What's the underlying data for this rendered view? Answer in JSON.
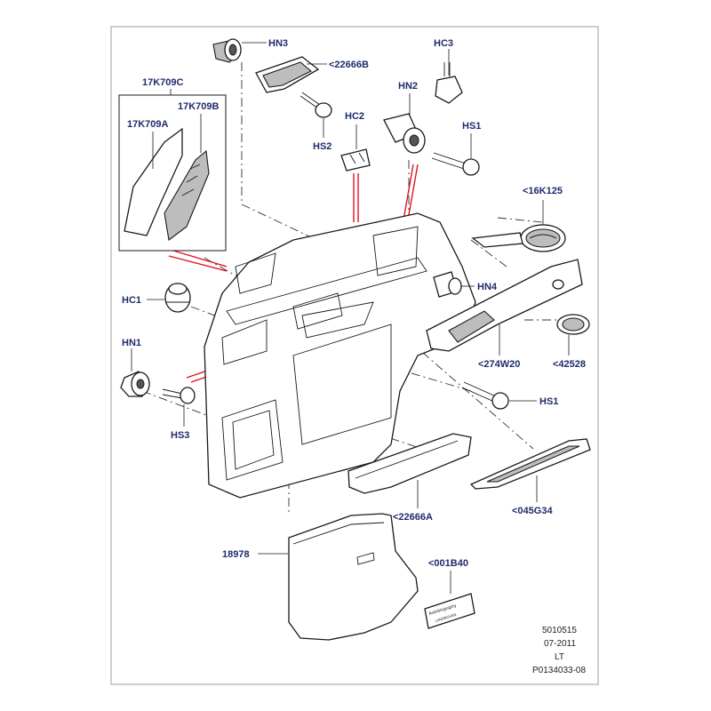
{
  "labels": {
    "hn3": "HN3",
    "c22666b": "<22666B",
    "hc3": "HC3",
    "c17k709c": "17K709C",
    "c17k709b": "17K709B",
    "c17k709a": "17K709A",
    "hn2": "HN2",
    "hc2": "HC2",
    "hs2": "HS2",
    "hs1_top": "HS1",
    "c16k125": "<16K125",
    "hc1": "HC1",
    "hn4": "HN4",
    "hn1": "HN1",
    "c274w20": "<274W20",
    "c42528": "<42528",
    "hs1_mid": "HS1",
    "hs3": "HS3",
    "c22666a": "<22666A",
    "c045g34": "<045G34",
    "n18978": "18978",
    "c001b40": "<001B40"
  },
  "reference": {
    "line1": "5010515",
    "line2": "07-2011",
    "line3": "LT",
    "line4": "P0134033-08"
  },
  "badge_text": {
    "top": "Autobiography",
    "bottom": "LANDROVER"
  },
  "colors": {
    "label_color": "#1f2b6b",
    "callout_red": "#e0141e",
    "frame_gray": "#bdbdbd"
  }
}
